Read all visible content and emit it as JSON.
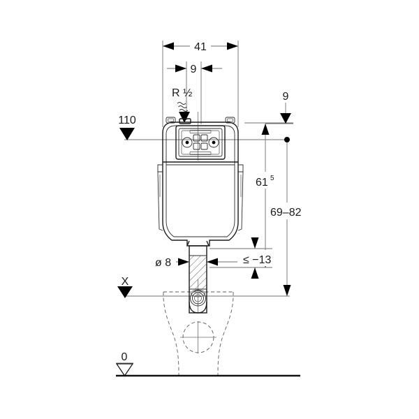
{
  "drawing": {
    "title": "Concealed cistern installation dimension drawing",
    "units": "cm",
    "background_color": "#ffffff",
    "line_color": "#1a1a1a",
    "dimension_line_color": "#6f6f6f"
  },
  "dimensions": {
    "width_overall": "41",
    "width_offset": "9",
    "water_connection": "R ½",
    "top_offset_right": "9",
    "height_marker_left": "110",
    "height_main": "61",
    "height_main_sup": "5",
    "height_range": "69–82",
    "pipe_diameter": "ø 8",
    "clearance": "≤ −13",
    "marker_x": "X",
    "datum_zero": "0"
  },
  "labels": [
    {
      "name": "width-41",
      "text": "41"
    },
    {
      "name": "width-9",
      "text": "9"
    },
    {
      "name": "water-connection-r-half",
      "text": "R ½"
    },
    {
      "name": "offset-9-right",
      "text": "9"
    },
    {
      "name": "height-110",
      "text": "110"
    },
    {
      "name": "height-615",
      "text": "61"
    },
    {
      "name": "height-615-superscript",
      "text": "5"
    },
    {
      "name": "height-69-82",
      "text": "69–82"
    },
    {
      "name": "pipe-diameter-8",
      "text": "ø 8"
    },
    {
      "name": "clearance-lte-minus-13",
      "text": "≤ −13"
    },
    {
      "name": "reference-x",
      "text": "X"
    },
    {
      "name": "datum-0",
      "text": "0"
    }
  ]
}
